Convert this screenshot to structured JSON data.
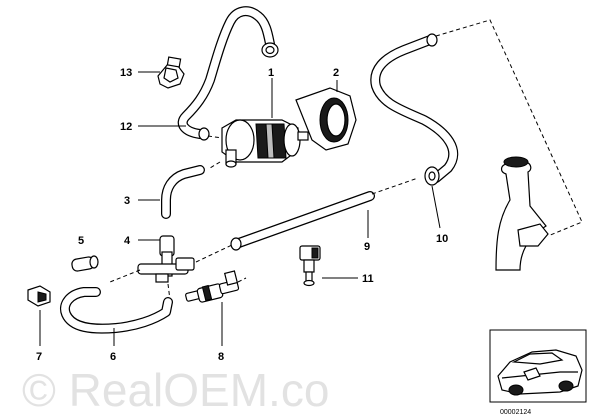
{
  "callouts": [
    {
      "id": "1",
      "label": "1"
    },
    {
      "id": "2",
      "label": "2"
    },
    {
      "id": "3",
      "label": "3"
    },
    {
      "id": "4",
      "label": "4"
    },
    {
      "id": "5",
      "label": "5"
    },
    {
      "id": "6",
      "label": "6"
    },
    {
      "id": "7",
      "label": "7"
    },
    {
      "id": "8",
      "label": "8"
    },
    {
      "id": "9",
      "label": "9"
    },
    {
      "id": "10",
      "label": "10"
    },
    {
      "id": "11",
      "label": "11"
    },
    {
      "id": "12",
      "label": "12"
    },
    {
      "id": "13",
      "label": "13"
    }
  ],
  "diagram_code": "00002124",
  "watermark": "© RealOEM.co"
}
